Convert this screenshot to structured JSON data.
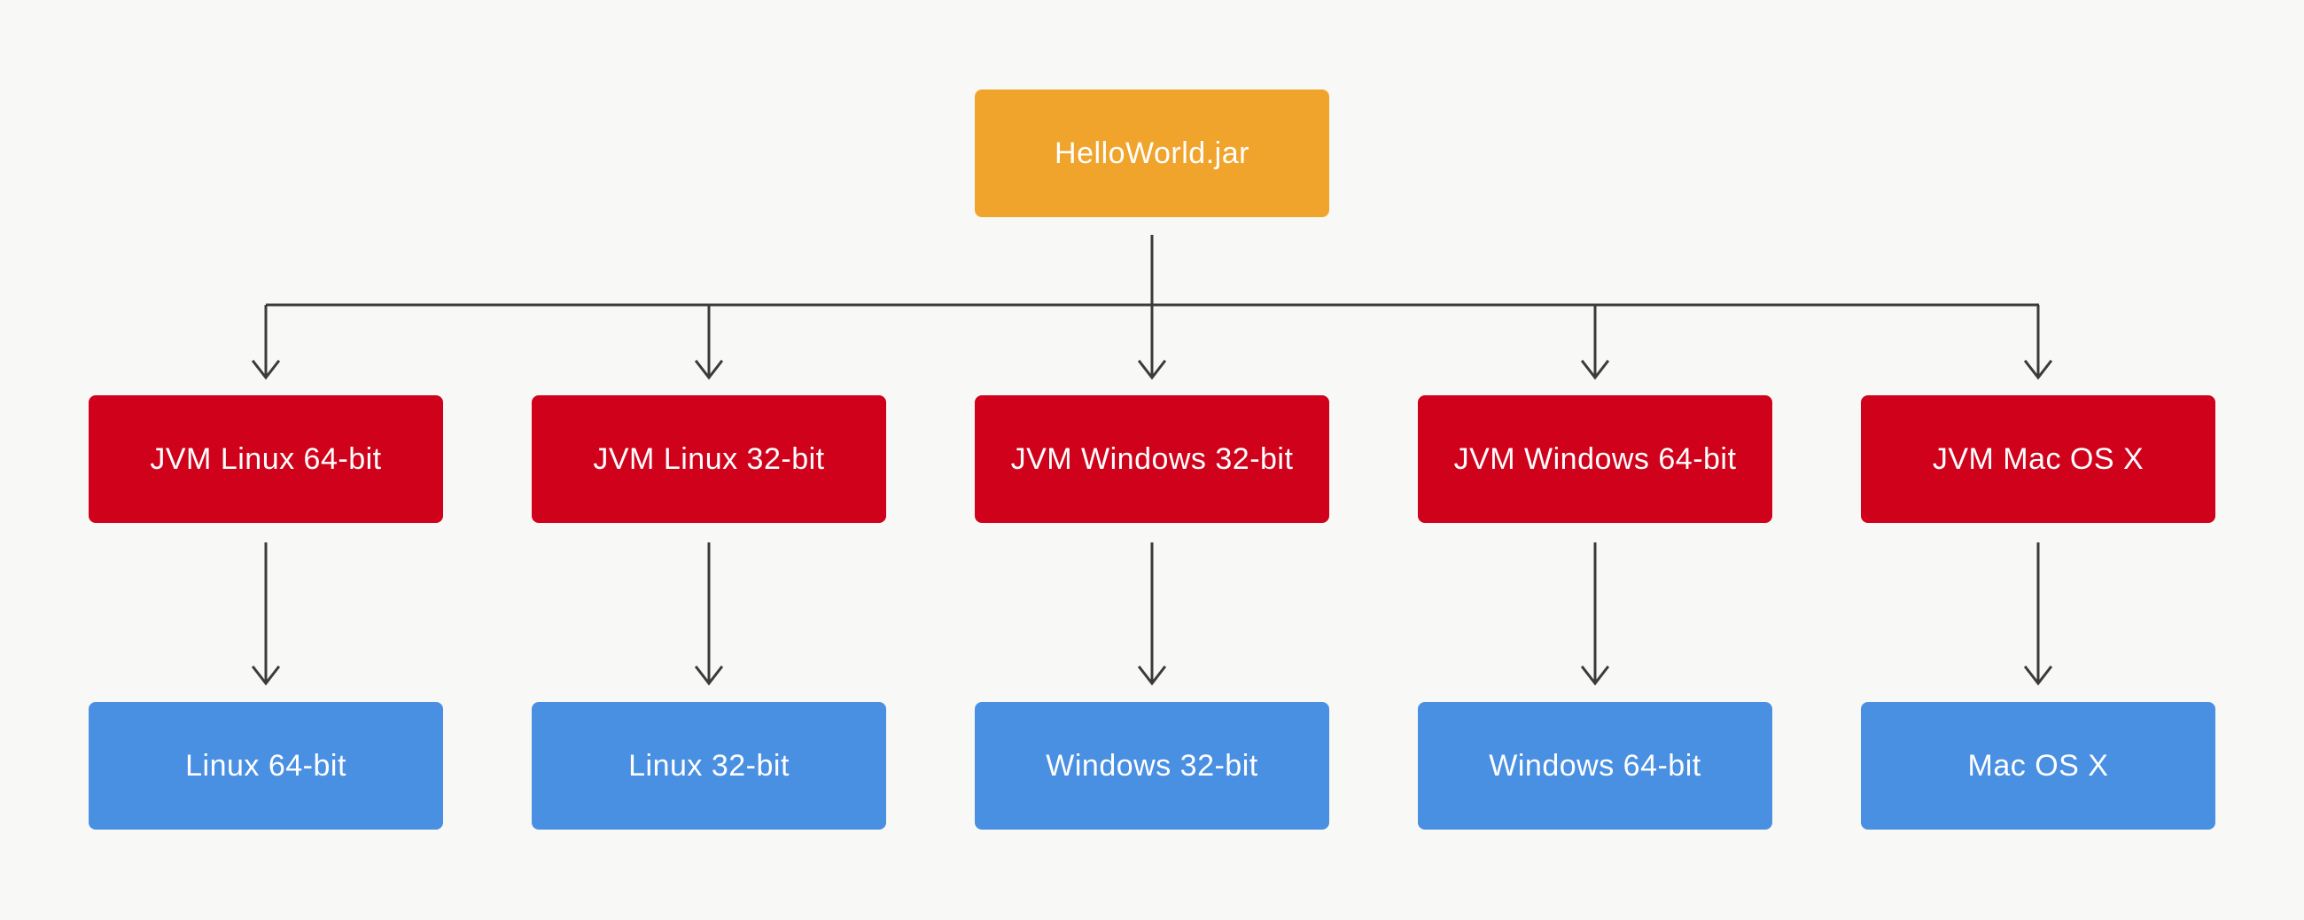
{
  "diagram": {
    "root": {
      "label": "HelloWorld.jar"
    },
    "columns": [
      {
        "jvm_label": "JVM Linux 64-bit",
        "os_label": "Linux 64-bit"
      },
      {
        "jvm_label": "JVM Linux 32-bit",
        "os_label": "Linux 32-bit"
      },
      {
        "jvm_label": "JVM Windows 32-bit",
        "os_label": "Windows 32-bit"
      },
      {
        "jvm_label": "JVM Windows 64-bit",
        "os_label": "Windows 64-bit"
      },
      {
        "jvm_label": "JVM Mac OS X",
        "os_label": "Mac OS X"
      }
    ],
    "colors": {
      "background": "#F8F8F6",
      "root_box": "#F1A42B",
      "jvm_box": "#D0021B",
      "os_box": "#4A90E2",
      "box_text": "#FFFFFF",
      "connector": "#3B3B3B"
    }
  }
}
